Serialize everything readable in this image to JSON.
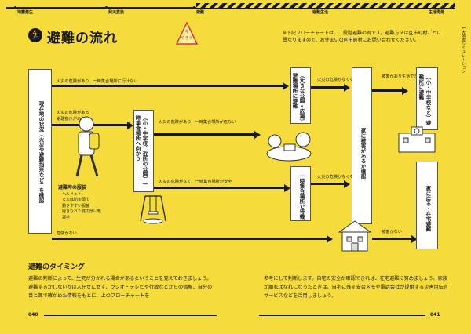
{
  "topbar": {
    "phases": [
      "地震発生",
      "発災直後",
      "避難",
      "避難生活",
      "生活再建"
    ]
  },
  "header": {
    "title": "避難の流れ",
    "badge_line1": "今",
    "badge_line2": "やろう",
    "note": "※下記フローチャートは、二段階避難の例です。避難方法は区市町村ごとに異なりますので、お住まいの区市町村にお問い合わせください。",
    "side_label": "1 大地震シミュレーション"
  },
  "flow": {
    "start_box": "現在地の状況（火災や避難指示など）を確認",
    "branch_a": "火災の危険があり、一時集合場所に行けない",
    "branch_b1": "火災の危険がある",
    "branch_b2": "避難指示がある",
    "branch_none": "危険がない",
    "box_temp": "（小・中学校、近所の公園）一時集合場所へ向かう",
    "temp_danger": "火災の危険があり、一時集合場所が危ない",
    "temp_safe": "火災の危険がなく、一時集合場所が安全",
    "box_wide": "（大きな公園・広場）避難場所に避難",
    "box_wait": "一時集合場所で待機",
    "wide_safe": "火災の危険がなくなる",
    "wait_safe": "火災の危険がなくなる",
    "box_check": "家に被害があるか確認",
    "damaged": "被害があり生活できない",
    "no_damage": "被害がない",
    "box_shelter": "（小・中学校など）避難所に避難",
    "box_home": "家に戻る・在宅避難"
  },
  "clothes": {
    "heading": "避難時の服装",
    "items": [
      "・ヘルメット",
      "または防災頭巾",
      "・動きやすい服装",
      "・履きなれた底の厚い靴",
      "・軍手"
    ]
  },
  "section": {
    "title": "避難のタイミング",
    "left_text": "避難の判断によって、生死が分かれる場合があるということを覚えておきましょう。避難するかしないかは人任せにせず、ラジオ・テレビや行政などからの情報、自分の目と耳で確かめた情報をもとに、上のフローチャートを",
    "right_text": "参考にして判断します。自宅の安全が確認できれば、在宅避難に努めましょう。家族が離ればなれになったときは、自宅に残す安否メモや電話会社が提供する災害用伝言サービスなどを活用しましょう。"
  },
  "pages": {
    "left": "040",
    "right": "041"
  }
}
